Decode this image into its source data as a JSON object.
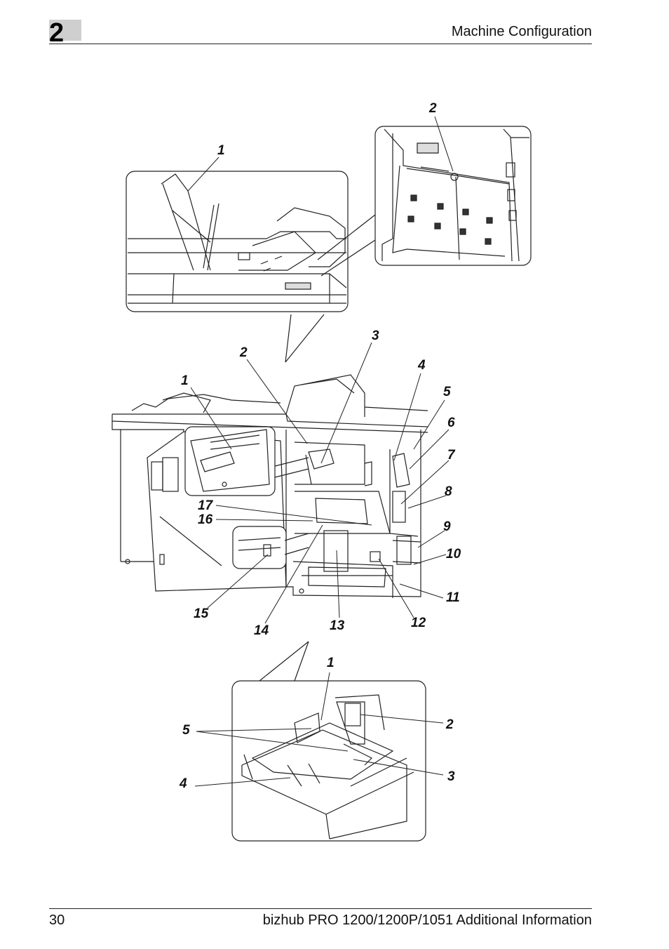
{
  "header": {
    "chapter_number": "2",
    "section_title": "Machine Configuration"
  },
  "footer": {
    "page_number": "30",
    "document_title": "bizhub PRO 1200/1200P/1051 Additional Information"
  },
  "figure": {
    "top_detail_callouts": [
      "1",
      "2"
    ],
    "main_callouts": [
      "1",
      "2",
      "3",
      "4",
      "5",
      "6",
      "7",
      "8",
      "9",
      "10",
      "11",
      "12",
      "13",
      "14",
      "15",
      "16",
      "17"
    ],
    "bottom_detail_callouts": [
      "1",
      "2",
      "3",
      "4",
      "5"
    ]
  }
}
